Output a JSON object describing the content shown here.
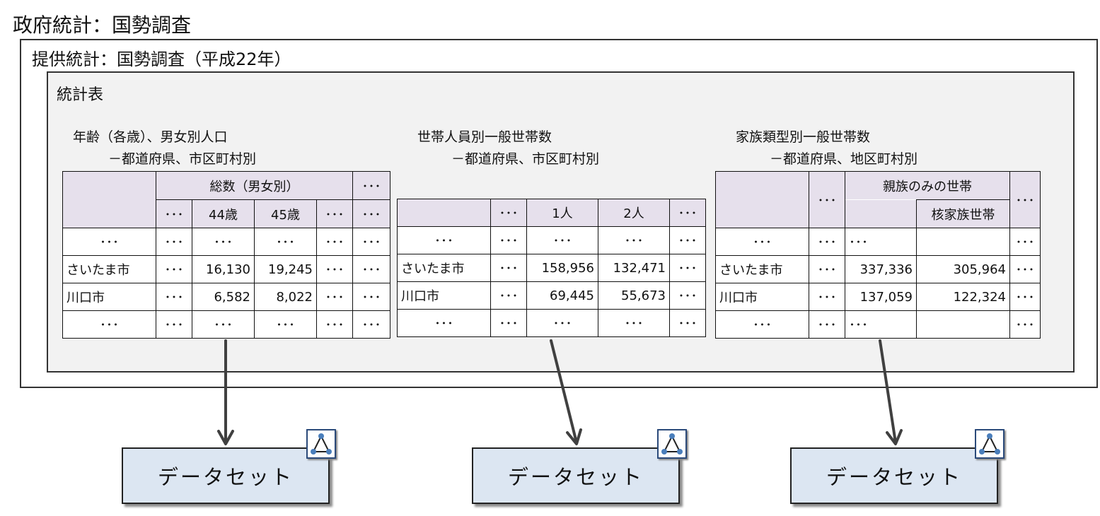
{
  "page_title": "政府統計：国勢調査",
  "provided_stats": "提供統計：国勢調査（平成22年）",
  "stats_table_label": "統計表",
  "tables": [
    {
      "caption_line1": "年齢（各歳）、男女別人口",
      "caption_line2": "－都道府県、市区町村別",
      "group_header": "総数（男女別）",
      "col_44": "44歳",
      "col_45": "45歳",
      "rows": [
        {
          "name": "さいたま市",
          "v1": "16,130",
          "v2": "19,245"
        },
        {
          "name": "川口市",
          "v1": "6,582",
          "v2": "8,022"
        }
      ]
    },
    {
      "caption_line1": "世帯人員別一般世帯数",
      "caption_line2": "－都道府県、市区町村別",
      "col_1": "1人",
      "col_2": "2人",
      "rows": [
        {
          "name": "さいたま市",
          "v1": "158,956",
          "v2": "132,471"
        },
        {
          "name": "川口市",
          "v1": "69,445",
          "v2": "55,673"
        }
      ]
    },
    {
      "caption_line1": "家族類型別一般世帯数",
      "caption_line2": "－都道府県、地区町村別",
      "group_header": "親族のみの世帯",
      "sub_header": "核家族世帯",
      "rows": [
        {
          "name": "さいたま市",
          "v1": "337,336",
          "v2": "305,964"
        },
        {
          "name": "川口市",
          "v1": "137,059",
          "v2": "122,324"
        }
      ]
    }
  ],
  "ellipsis": "･･･",
  "datasets": [
    {
      "label": "データセット",
      "icon": "dataset-graph-icon"
    },
    {
      "label": "データセット",
      "icon": "dataset-graph-icon"
    },
    {
      "label": "データセット",
      "icon": "dataset-graph-icon"
    }
  ],
  "colors": {
    "header_fill": "#e6e0ec",
    "dataset_fill": "#dce6f2",
    "inner_panel": "#f2f2f2",
    "icon_node": "#4a7ebb"
  }
}
